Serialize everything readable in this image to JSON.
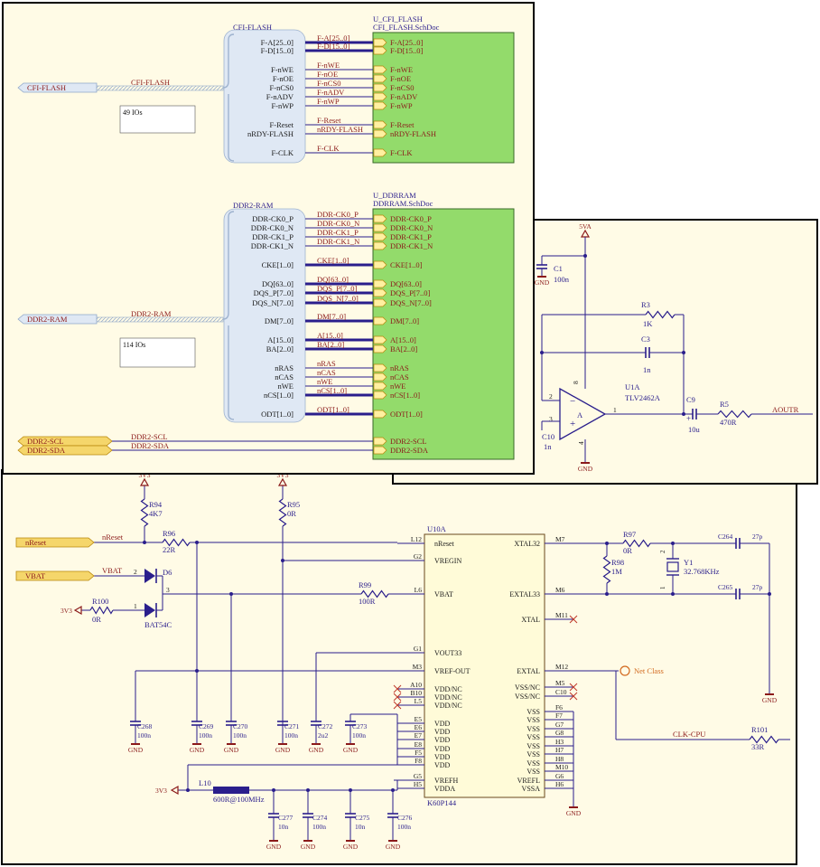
{
  "colors": {
    "wire": "#2a1e8c",
    "bus": "#2a1e8c",
    "label": "#8b1a1a",
    "pin": "#1a1a1a",
    "part": "#2a1e8c",
    "gnd": "#8b1a1a",
    "sheet_fill": "#93db6b",
    "cream": "#fffbe6",
    "harness": "#dfe8f4",
    "port_fill": "#fff0a0",
    "port_stroke": "#b8860b",
    "netclass": "#d2691e"
  },
  "flash_block": {
    "group_title": "CFI-FLASH",
    "sheet_designator": "U_CFI_FLASH",
    "sheet_file": "CFI_FLASH.SchDoc",
    "port": "CFI-FLASH",
    "harness_label": "CFI-FLASH",
    "io_note": "49 IOs",
    "signals": [
      {
        "left": "F-A[25..0]",
        "net": "F-A[25..0]",
        "pin": "F-A[25..0]",
        "bus": true
      },
      {
        "left": "F-D[15..0]",
        "net": "F-D[15..0]",
        "pin": "F-D[15..0]",
        "bus": true
      },
      {
        "left": "F-nWE",
        "net": "F-nWE",
        "pin": "F-nWE",
        "bus": false
      },
      {
        "left": "F-nOE",
        "net": "F-nOE",
        "pin": "F-nOE",
        "bus": false
      },
      {
        "left": "F-nCS0",
        "net": "F-nCS0",
        "pin": "F-nCS0",
        "bus": false
      },
      {
        "left": "F-nADV",
        "net": "F-nADV",
        "pin": "F-nADV",
        "bus": false
      },
      {
        "left": "F-nWP",
        "net": "F-nWP",
        "pin": "F-nWP",
        "bus": false
      },
      {
        "left": "F-Reset",
        "net": "F-Reset",
        "pin": "F-Reset",
        "bus": false
      },
      {
        "left": "nRDY-FLASH",
        "net": "nRDY-FLASH",
        "pin": "nRDY-FLASH",
        "bus": false
      },
      {
        "left": "F-CLK",
        "net": "F-CLK",
        "pin": "F-CLK",
        "bus": false
      }
    ]
  },
  "ddr_block": {
    "group_title": "DDR2-RAM",
    "sheet_designator": "U_DDRRAM",
    "sheet_file": "DDRRAM.SchDoc",
    "port": "DDR2-RAM",
    "harness_label": "DDR2-RAM",
    "io_note": "114 IOs",
    "signals": [
      {
        "left": "DDR-CK0_P",
        "net": "DDR-CK0_P",
        "pin": "DDR-CK0_P",
        "bus": false
      },
      {
        "left": "DDR-CK0_N",
        "net": "DDR-CK0_N",
        "pin": "DDR-CK0_N",
        "bus": false
      },
      {
        "left": "DDR-CK1_P",
        "net": "DDR-CK1_P",
        "pin": "DDR-CK1_P",
        "bus": false
      },
      {
        "left": "DDR-CK1_N",
        "net": "DDR-CK1_N",
        "pin": "DDR-CK1_N",
        "bus": false
      },
      {
        "left": "CKE[1..0]",
        "net": "CKE[1..0]",
        "pin": "CKE[1..0]",
        "bus": true
      },
      {
        "left": "DQ[63..0]",
        "net": "DQ[63..0]",
        "pin": "DQ[63..0]",
        "bus": true
      },
      {
        "left": "DQS_P[7..0]",
        "net": "DQS_P[7..0]",
        "pin": "DQS_P[7..0]",
        "bus": true
      },
      {
        "left": "DQS_N[7..0]",
        "net": "DQS_N[7..0]",
        "pin": "DQS_N[7..0]",
        "bus": true
      },
      {
        "left": "DM[7..0]",
        "net": "DM[7..0]",
        "pin": "DM[7..0]",
        "bus": true
      },
      {
        "left": "A[15..0]",
        "net": "A[15..0]",
        "pin": "A[15..0]",
        "bus": true
      },
      {
        "left": "BA[2..0]",
        "net": "BA[2..0]",
        "pin": "BA[2..0]",
        "bus": true
      },
      {
        "left": "nRAS",
        "net": "nRAS",
        "pin": "nRAS",
        "bus": false
      },
      {
        "left": "nCAS",
        "net": "nCAS",
        "pin": "nCAS",
        "bus": false
      },
      {
        "left": "nWE",
        "net": "nWE",
        "pin": "nWE",
        "bus": false
      },
      {
        "left": "nCS[1..0]",
        "net": "nCS[1..0]",
        "pin": "nCS[1..0]",
        "bus": true
      },
      {
        "left": "ODT[1..0]",
        "net": "ODT[1..0]",
        "pin": "ODT[1..0]",
        "bus": true
      }
    ],
    "extra": [
      {
        "port": "DDR2-SCL",
        "net": "DDR2-SCL",
        "pin": "DDR2-SCL"
      },
      {
        "port": "DDR2-SDA",
        "net": "DDR2-SDA",
        "pin": "DDR2-SDA"
      }
    ]
  },
  "opamp": {
    "supply": "5VA",
    "c1_ref": "C1",
    "c1_val": "100n",
    "c1_gnd": "GND",
    "r3_ref": "R3",
    "r3_val": "1K",
    "c3_ref": "C3",
    "c3_val": "1n",
    "u_ref": "U1A",
    "u_val": "TLV2462A",
    "u_letter": "A",
    "pin8": "8",
    "pin4": "4",
    "pin2": "2",
    "pin3": "3",
    "pin1": "1",
    "minus": "−",
    "plus": "+",
    "c9_ref": "C9",
    "c9_val": "10u",
    "c9_pol": "+",
    "r5_ref": "R5",
    "r5_val": "470R",
    "out_net": "AOUTR",
    "c10_ref": "C10",
    "c10_val": "1n",
    "gnd": "GND"
  },
  "mcu": {
    "u_ref": "U10A",
    "u_val": "K60P144",
    "left_pins": [
      {
        "num": "L12",
        "name": "nReset"
      },
      {
        "num": "G2",
        "name": "VREGIN"
      },
      {
        "num": "L6",
        "name": "VBAT"
      },
      {
        "num": "G1",
        "name": "VOUT33"
      },
      {
        "num": "M3",
        "name": "VREF-OUT"
      },
      {
        "num": "A10",
        "name": "VDD/NC"
      },
      {
        "num": "B10",
        "name": "VDD/NC"
      },
      {
        "num": "L5",
        "name": "VDD/NC"
      },
      {
        "num": "E5",
        "name": "VDD"
      },
      {
        "num": "E6",
        "name": "VDD"
      },
      {
        "num": "E7",
        "name": "VDD"
      },
      {
        "num": "E8",
        "name": "VDD"
      },
      {
        "num": "F5",
        "name": "VDD"
      },
      {
        "num": "F8",
        "name": "VDD"
      },
      {
        "num": "G5",
        "name": "VREFH"
      },
      {
        "num": "H5",
        "name": "VDDA"
      }
    ],
    "right_pins": [
      {
        "num": "M7",
        "name": "XTAL32"
      },
      {
        "num": "M6",
        "name": "EXTAL33"
      },
      {
        "num": "M11",
        "name": "XTAL"
      },
      {
        "num": "M12",
        "name": "EXTAL"
      },
      {
        "num": "M5",
        "name": "VSS/NC"
      },
      {
        "num": "C10",
        "name": "VSS/NC"
      },
      {
        "num": "F6",
        "name": "VSS"
      },
      {
        "num": "F7",
        "name": "VSS"
      },
      {
        "num": "G7",
        "name": "VSS"
      },
      {
        "num": "G8",
        "name": "VSS"
      },
      {
        "num": "H3",
        "name": "VSS"
      },
      {
        "num": "H7",
        "name": "VSS"
      },
      {
        "num": "H8",
        "name": "VSS"
      },
      {
        "num": "M10",
        "name": "VSS"
      },
      {
        "num": "G6",
        "name": "VREFL"
      },
      {
        "num": "H6",
        "name": "VSSA"
      }
    ],
    "rail": "3V3",
    "gnd": "GND",
    "r94_ref": "R94",
    "r94_val": "4K7",
    "r95_ref": "R95",
    "r95_val": "0R",
    "r96_ref": "R96",
    "r96_val": "22R",
    "r99_ref": "R99",
    "r99_val": "100R",
    "r100_ref": "R100",
    "r100_val": "0R",
    "d6_ref": "D6",
    "d6_val": "BAT54C",
    "d_pin2": "2",
    "d_pin1": "1",
    "d_pin3": "3",
    "port_nreset": "nReset",
    "net_nreset": "nReset",
    "port_vbat": "VBAT",
    "net_vbat": "VBAT",
    "caps": [
      {
        "ref": "C268",
        "val": "100n"
      },
      {
        "ref": "C269",
        "val": "100n"
      },
      {
        "ref": "C270",
        "val": "100n"
      },
      {
        "ref": "C271",
        "val": "100n"
      },
      {
        "ref": "C272",
        "val": "2u2"
      },
      {
        "ref": "C273",
        "val": "100n"
      }
    ],
    "bottom_caps": [
      {
        "ref": "C277",
        "val": "10n"
      },
      {
        "ref": "C274",
        "val": "100n"
      },
      {
        "ref": "C275",
        "val": "10n"
      },
      {
        "ref": "C276",
        "val": "100n"
      }
    ],
    "l10_ref": "L10",
    "l10_val": "600R@100MHz",
    "r97_ref": "R97",
    "r97_val": "0R",
    "r98_ref": "R98",
    "r98_val": "1M",
    "y1_ref": "Y1",
    "y1_val": "32.768KHz",
    "y1_p1": "1",
    "y1_p2": "2",
    "c264_ref": "C264",
    "c264_val": "27p",
    "c265_ref": "C265",
    "c265_val": "27p",
    "net_class": "Net Class",
    "clk_net": "CLK-CPU",
    "r101_ref": "R101",
    "r101_val": "33R"
  }
}
